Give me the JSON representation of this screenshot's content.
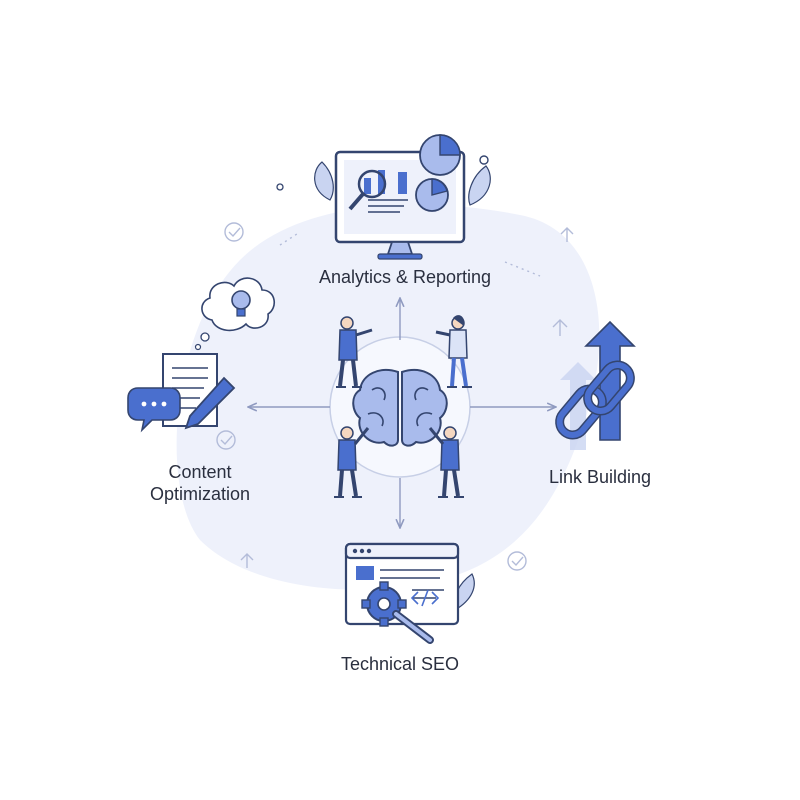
{
  "nodes": {
    "analytics": {
      "label": "Analytics & Reporting"
    },
    "content": {
      "label": "Content\nOptimization"
    },
    "link": {
      "label": "Link Building"
    },
    "technical": {
      "label": "Technical SEO"
    }
  },
  "icons": {
    "center": "brain-icon",
    "analytics": "monitor-chart-icon",
    "content": "document-pencil-icon",
    "link": "chain-link-icon",
    "technical": "gear-wrench-icon"
  },
  "colors": {
    "primary": "#4a6fce",
    "light": "#a9bbec",
    "blob": "#eef1fb",
    "outline": "#34456f",
    "text": "#2a2f3f"
  }
}
